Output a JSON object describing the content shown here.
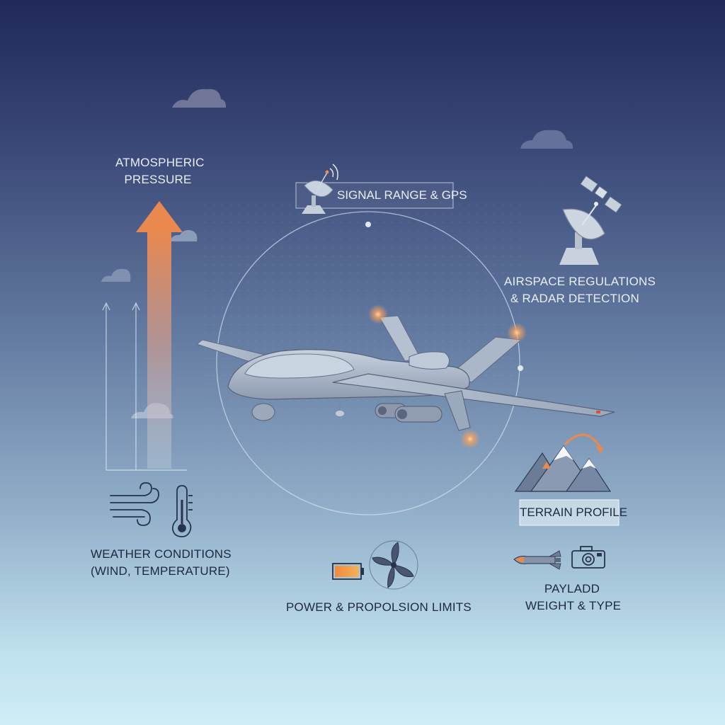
{
  "labels": {
    "atmospheric_pressure": [
      "ATMOSPHERIC",
      "PRESSURE"
    ],
    "signal_range": "SIGNAL RANGE & GPS",
    "airspace": [
      "AIRSPACE REGULATIONS",
      "& RADAR DETECTION"
    ],
    "weather": [
      "WEATHER CONDITIONS",
      "(WIND, TEMPERATURE)"
    ],
    "terrain": "TERRAIN PROFILE",
    "power": "POWER & PROPOLSION LIMITS",
    "payload": [
      "PAYLADD",
      "WEIGHT & TYPE"
    ]
  },
  "colors": {
    "sky_top": "#20295a",
    "sky_bottom": "#cdeef6",
    "accent_orange": "#e9894f",
    "drone_body": "#a8b6c8",
    "text_dark": "#1d2a3e",
    "text_light": "#e8eef8"
  },
  "icons": [
    "satellite-dish-icon",
    "satellite-icon",
    "cloud-icon",
    "wind-icon",
    "thermometer-icon",
    "mountain-icon",
    "battery-icon",
    "propeller-icon",
    "missile-icon",
    "camera-icon",
    "drone-illustration"
  ]
}
